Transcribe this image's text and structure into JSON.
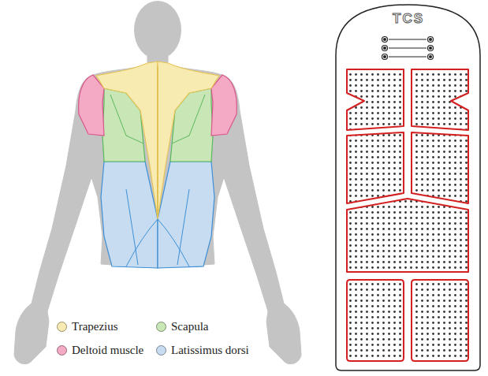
{
  "diagram": {
    "nodes": [
      {
        "text": [
          "TCS"
        ]
      }
    ],
    "legend": [
      {
        "text": "Trapezius",
        "color": "#f8ebb2"
      },
      {
        "text": "Scapula",
        "color": "#c9e7b6"
      },
      {
        "text": "Deltoid muscle",
        "color": "#f4a9c4"
      },
      {
        "text": "Latissimus dorsi",
        "color": "#c8dcf1"
      }
    ]
  }
}
